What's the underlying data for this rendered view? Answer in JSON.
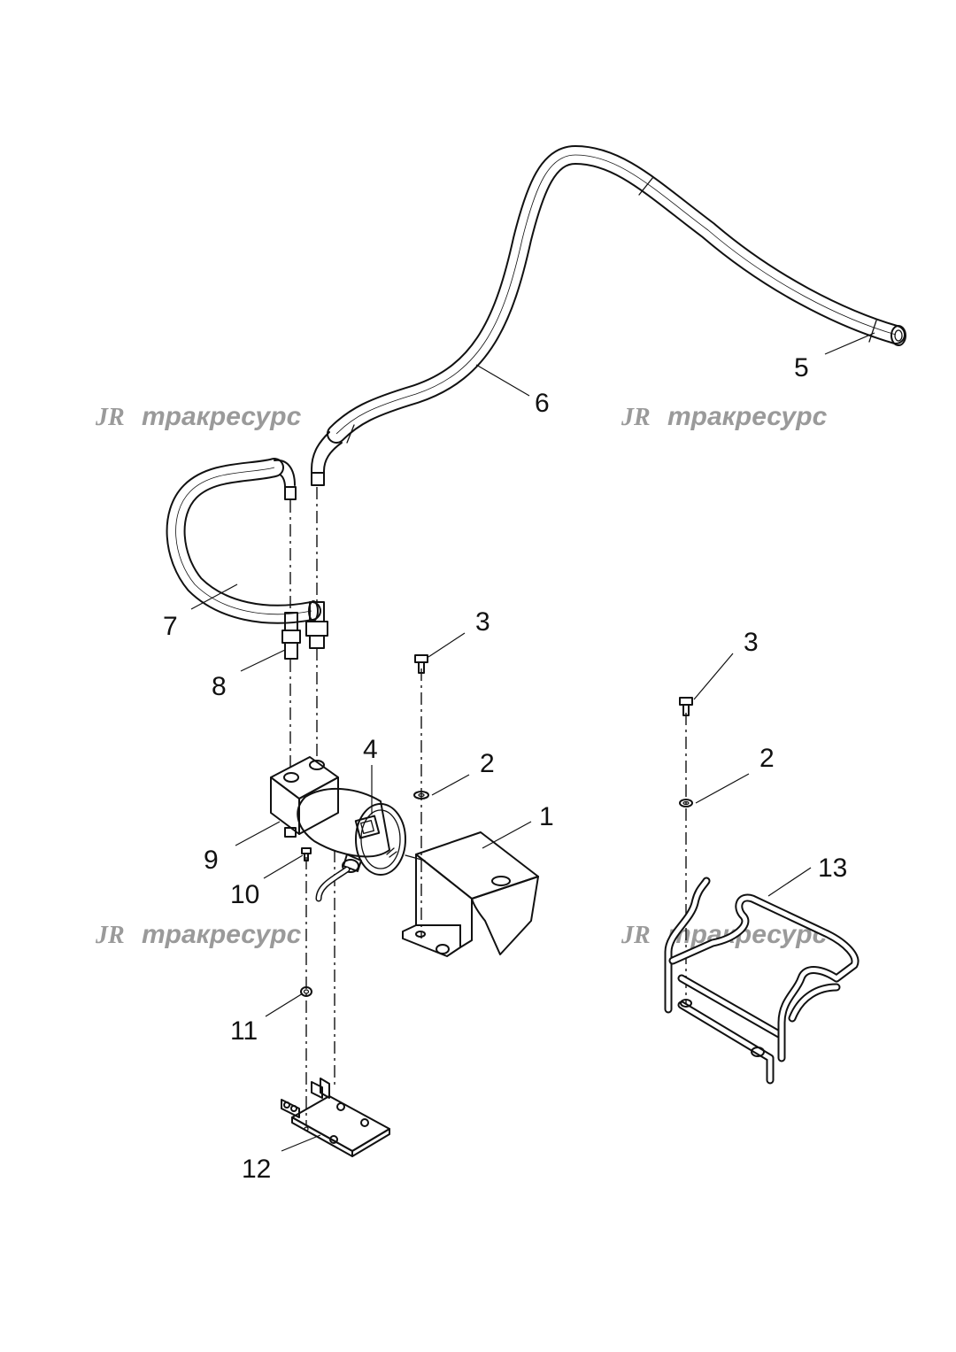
{
  "callouts": [
    {
      "id": "c1",
      "label": "1"
    },
    {
      "id": "c2a",
      "label": "2"
    },
    {
      "id": "c2b",
      "label": "2"
    },
    {
      "id": "c3a",
      "label": "3"
    },
    {
      "id": "c3b",
      "label": "3"
    },
    {
      "id": "c4",
      "label": "4"
    },
    {
      "id": "c5",
      "label": "5"
    },
    {
      "id": "c6",
      "label": "6"
    },
    {
      "id": "c7",
      "label": "7"
    },
    {
      "id": "c8",
      "label": "8"
    },
    {
      "id": "c9",
      "label": "9"
    },
    {
      "id": "c10",
      "label": "10"
    },
    {
      "id": "c11",
      "label": "11"
    },
    {
      "id": "c12",
      "label": "12"
    },
    {
      "id": "c13",
      "label": "13"
    }
  ],
  "watermark": {
    "logo": "JR",
    "text": "тракресурс",
    "color": "#9a9a9a"
  }
}
